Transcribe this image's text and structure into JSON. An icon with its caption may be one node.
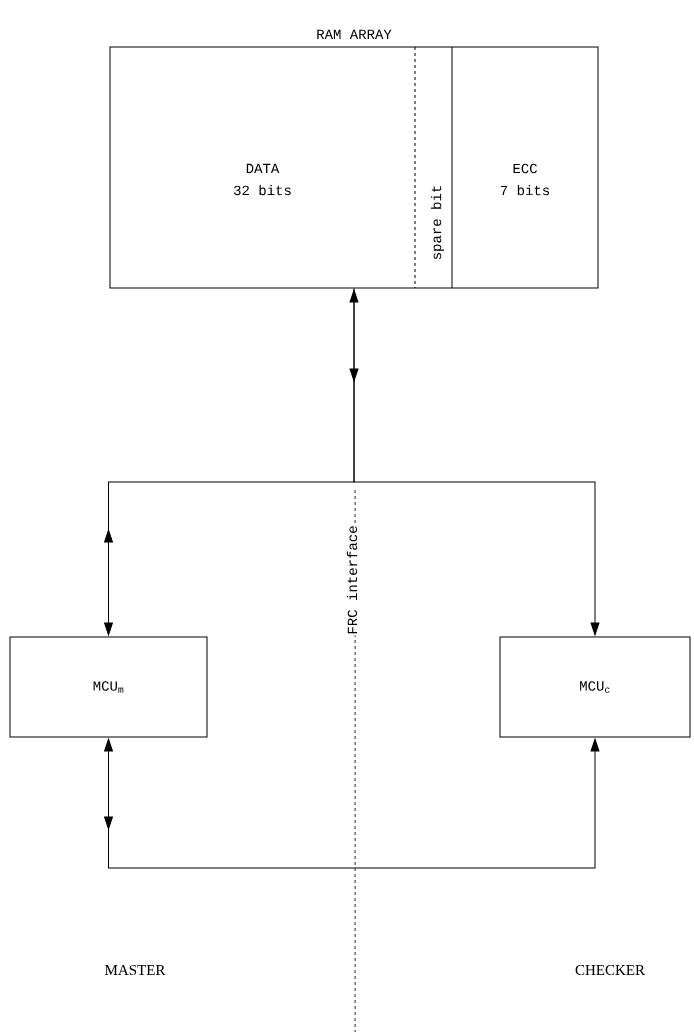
{
  "diagram": {
    "nodes": [
      {
        "text": [
          "RAM ARRAY"
        ]
      },
      {
        "text": [
          "DATA",
          "32 bits"
        ],
        "in": 0
      },
      {
        "text": [
          "spare bit"
        ],
        "in": 0
      },
      {
        "text": [
          "ECC",
          "7 bits"
        ],
        "in": 0
      },
      {
        "text": [
          "MCU$_{m}$"
        ]
      },
      {
        "text": [
          "MCU$_{c}$"
        ]
      }
    ],
    "edges": [
      {
        "from": 0,
        "to": 4,
        "arrow": "both"
      },
      {
        "from": 0,
        "to": 5,
        "arrow": "to"
      },
      {
        "from": 4,
        "to": 5,
        "arrow": "both"
      }
    ],
    "labels": [
      "FRC interface",
      "MASTER",
      "CHECKER"
    ]
  }
}
